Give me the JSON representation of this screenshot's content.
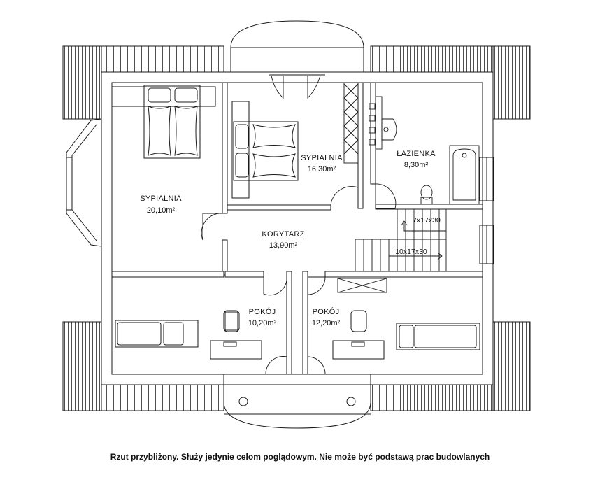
{
  "rooms": {
    "bedroom_left": {
      "name": "SYPIALNIA",
      "area": "20,10m²"
    },
    "bedroom_center": {
      "name": "SYPIALNIA",
      "area": "16,30m²"
    },
    "bathroom": {
      "name": "ŁAZIENKA",
      "area": "8,30m²"
    },
    "corridor": {
      "name": "KORYTARZ",
      "area": "13,90m²"
    },
    "room_left": {
      "name": "POKÓJ",
      "area": "10,20m²"
    },
    "room_right": {
      "name": "POKÓJ",
      "area": "12,20m²"
    }
  },
  "stairs": {
    "upper_flight": "7x17x30",
    "lower_flight": "10x17x30"
  },
  "caption": "Rzut przybliżony. Służy jedynie celom poglądowym.  Nie może być podstawą prac budowlanych",
  "colors": {
    "line": "#1a1a1a",
    "wall": "#ffffff",
    "background": "#ffffff"
  }
}
